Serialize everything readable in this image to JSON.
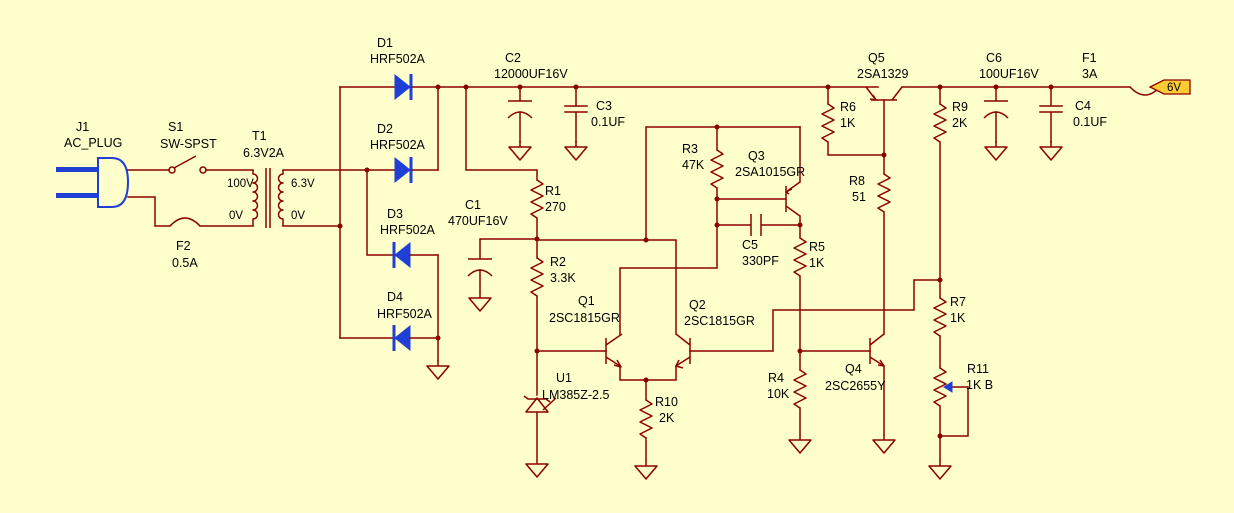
{
  "components": {
    "J1": {
      "ref": "J1",
      "value": "AC_PLUG"
    },
    "S1": {
      "ref": "S1",
      "value": "SW-SPST"
    },
    "T1": {
      "ref": "T1",
      "value": "6.3V2A",
      "pri_top": "100V",
      "pri_bot": "0V",
      "sec_top": "6.3V",
      "sec_bot": "0V"
    },
    "F2": {
      "ref": "F2",
      "value": "0.5A"
    },
    "D1": {
      "ref": "D1",
      "value": "HRF502A"
    },
    "D2": {
      "ref": "D2",
      "value": "HRF502A"
    },
    "D3": {
      "ref": "D3",
      "value": "HRF502A"
    },
    "D4": {
      "ref": "D4",
      "value": "HRF502A"
    },
    "C1": {
      "ref": "C1",
      "value": "470UF16V"
    },
    "C2": {
      "ref": "C2",
      "value": "12000UF16V"
    },
    "C3": {
      "ref": "C3",
      "value": "0.1UF"
    },
    "C4": {
      "ref": "C4",
      "value": "0.1UF"
    },
    "C5": {
      "ref": "C5",
      "value": "330PF"
    },
    "C6": {
      "ref": "C6",
      "value": "100UF16V"
    },
    "R1": {
      "ref": "R1",
      "value": "270"
    },
    "R2": {
      "ref": "R2",
      "value": "3.3K"
    },
    "R3": {
      "ref": "R3",
      "value": "47K"
    },
    "R4": {
      "ref": "R4",
      "value": "10K"
    },
    "R5": {
      "ref": "R5",
      "value": "1K"
    },
    "R6": {
      "ref": "R6",
      "value": "1K"
    },
    "R7": {
      "ref": "R7",
      "value": "1K"
    },
    "R8": {
      "ref": "R8",
      "value": "51"
    },
    "R9": {
      "ref": "R9",
      "value": "2K"
    },
    "R10": {
      "ref": "R10",
      "value": "2K"
    },
    "R11": {
      "ref": "R11",
      "value": "1K B"
    },
    "Q1": {
      "ref": "Q1",
      "value": "2SC1815GR"
    },
    "Q2": {
      "ref": "Q2",
      "value": "2SC1815GR"
    },
    "Q3": {
      "ref": "Q3",
      "value": "2SA1015GR"
    },
    "Q4": {
      "ref": "Q4",
      "value": "2SC2655Y"
    },
    "Q5": {
      "ref": "Q5",
      "value": "2SA1329"
    },
    "U1": {
      "ref": "U1",
      "value": "LM385Z-2.5"
    },
    "F1": {
      "ref": "F1",
      "value": "3A"
    }
  },
  "output_tag": "6V",
  "colors": {
    "background": "#ffffcc",
    "wire": "#8b0000",
    "diode": "#1f3fd6",
    "tag": "#ffcc33"
  }
}
